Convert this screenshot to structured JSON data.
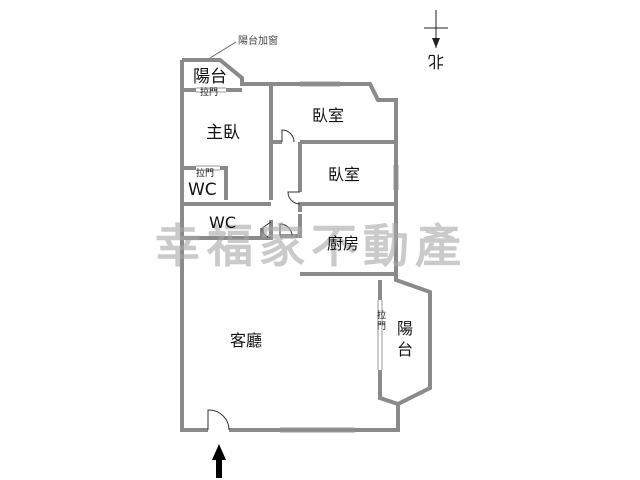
{
  "rooms": {
    "balcony_master": "陽台",
    "master_bedroom": "主臥",
    "bedroom_1": "臥室",
    "bedroom_2": "臥室",
    "wc_master": "WC",
    "wc_main": "WC",
    "kitchen": "廚房",
    "living_room": "客廳",
    "balcony_side": "陽台"
  },
  "labels": {
    "sliding_door_1": "拉門",
    "sliding_door_2": "拉門",
    "sliding_door_3": "拉門",
    "balcony_window_note": "陽台加窗",
    "north": "北"
  },
  "watermark": "幸福家不動產",
  "colors": {
    "wall": "#8a8a8a",
    "watermark": "#a8a8a8",
    "arrow": "#000000"
  },
  "icons": {
    "compass": "north-compass-icon",
    "entrance": "entrance-arrow-icon"
  }
}
